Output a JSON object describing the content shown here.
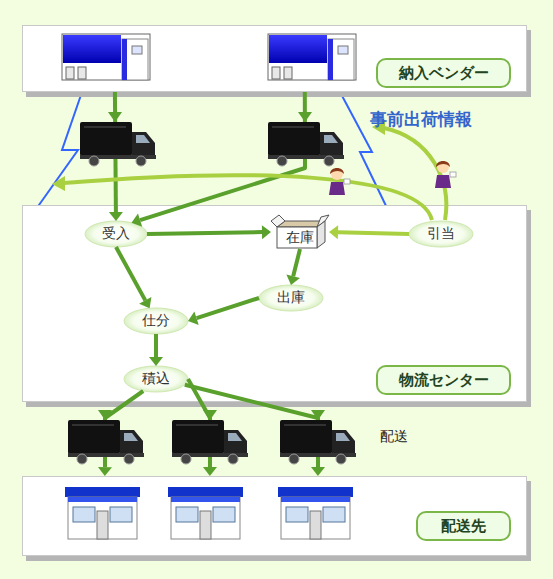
{
  "diagram": {
    "nodes": [
      {
        "text": [
          "納入ベンダー"
        ]
      },
      {
        "text": [
          "物流センター"
        ]
      },
      {
        "text": [
          "受入"
        ],
        "in": 1
      },
      {
        "text": [
          "在庫"
        ],
        "in": 1
      },
      {
        "text": [
          "引当"
        ],
        "in": 1
      },
      {
        "text": [
          "出庫"
        ],
        "in": 1
      },
      {
        "text": [
          "仕分"
        ],
        "in": 1
      },
      {
        "text": [
          "積込"
        ],
        "in": 1
      },
      {
        "text": [
          "配送先"
        ]
      }
    ],
    "edges": [
      {
        "from": 0,
        "to": 2,
        "arrow": "to"
      },
      {
        "from": 0,
        "to": 2,
        "arrow": "to"
      },
      {
        "from": 2,
        "to": 3,
        "arrow": "to"
      },
      {
        "from": 2,
        "to": 6,
        "arrow": "to"
      },
      {
        "from": 3,
        "to": 5,
        "arrow": "to"
      },
      {
        "from": 5,
        "to": 6,
        "arrow": "to"
      },
      {
        "from": 6,
        "to": 7,
        "arrow": "to"
      },
      {
        "from": 4,
        "to": 3,
        "arrow": "to"
      },
      {
        "from": 7,
        "to": 8,
        "arrow": "to"
      },
      {
        "from": 7,
        "to": 8,
        "arrow": "to"
      },
      {
        "from": 7,
        "to": 8,
        "arrow": "to"
      }
    ],
    "labels": [
      "事前出荷情報",
      "配送"
    ]
  }
}
